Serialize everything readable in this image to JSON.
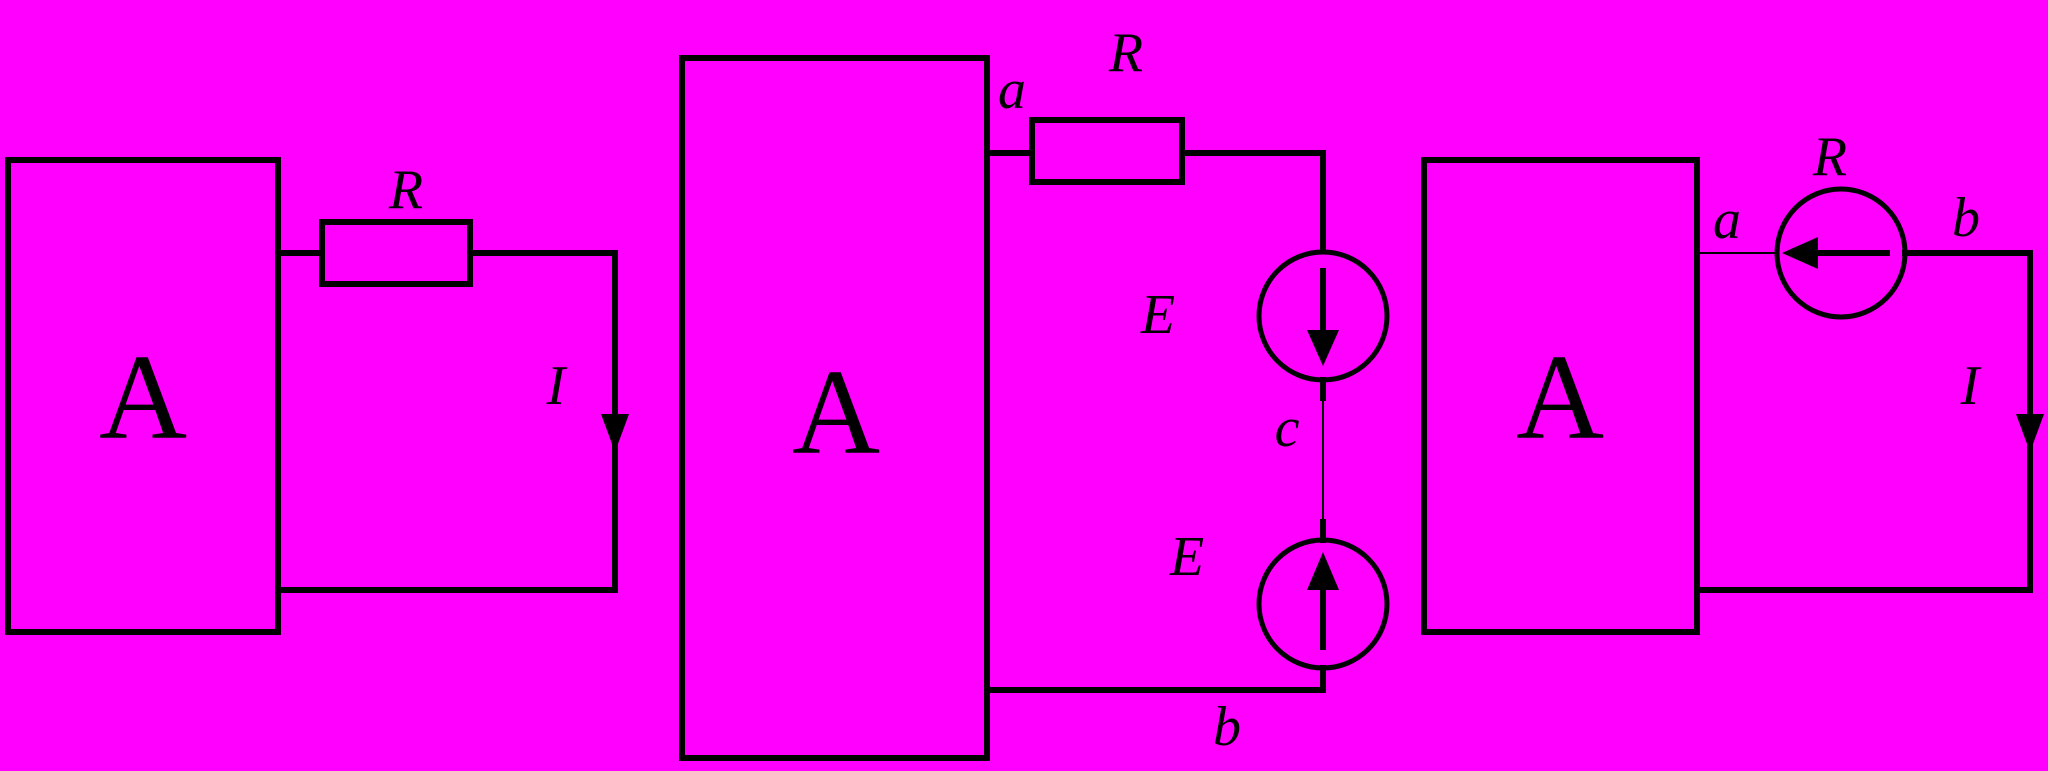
{
  "diagram": {
    "block_label": "A",
    "labels": {
      "left_R": "R",
      "left_I": "I",
      "mid_a": "a",
      "mid_R": "R",
      "mid_E_top": "E",
      "mid_c": "c",
      "mid_E_bottom": "E",
      "mid_b": "b",
      "right_R": "R",
      "right_a": "a",
      "right_b": "b",
      "right_I": "I"
    }
  }
}
